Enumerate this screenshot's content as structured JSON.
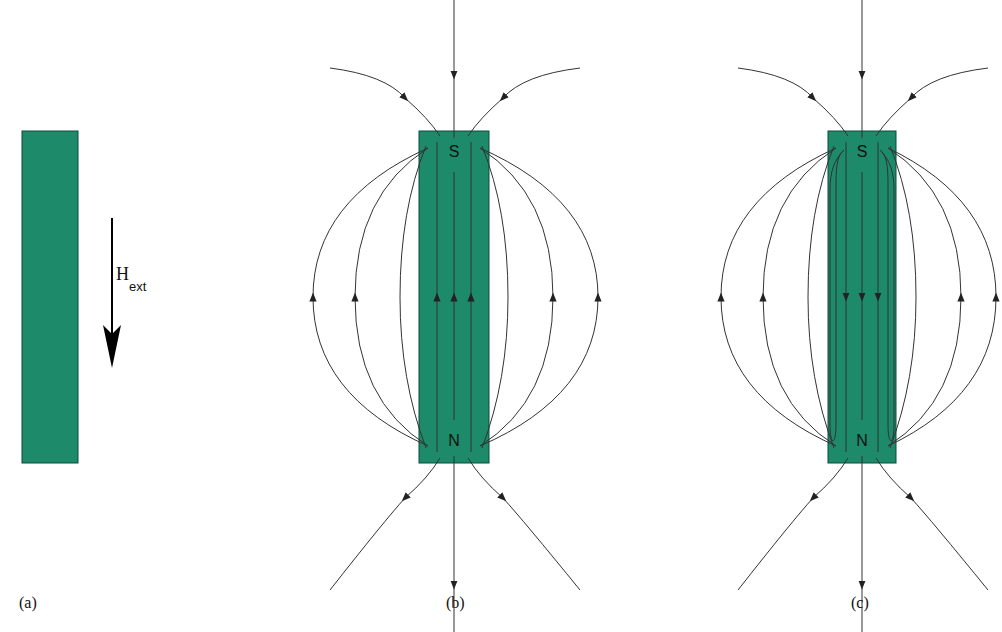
{
  "diagram": {
    "nodes": [
      {
        "text": [
          "S",
          "N"
        ]
      },
      {
        "text": [
          "S",
          "N"
        ]
      }
    ],
    "labels": [
      "H",
      "ext",
      "(a)",
      "(b)",
      "(c)"
    ]
  }
}
